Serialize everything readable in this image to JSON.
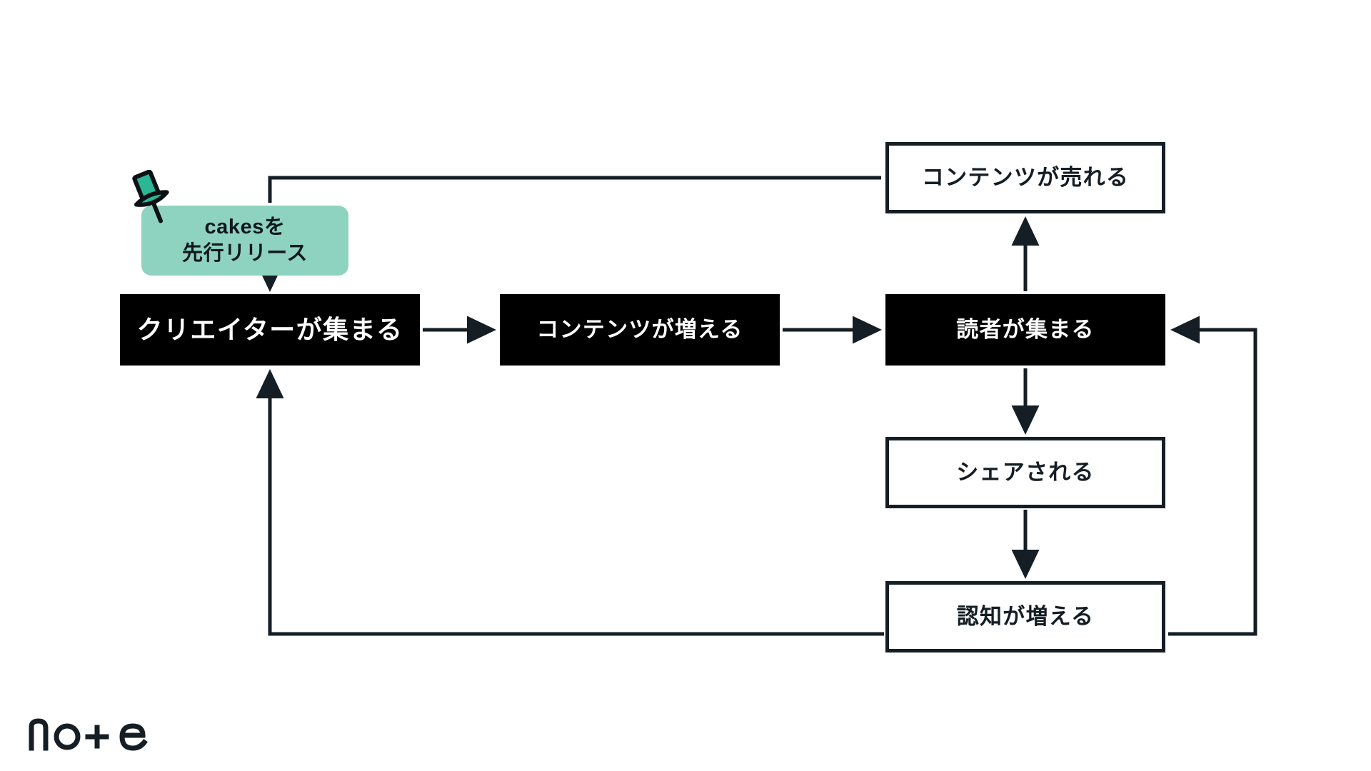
{
  "diagram": {
    "title": "note content ecosystem loop",
    "background_color": "#ffffff",
    "line_color": "#151d25",
    "accent_color": "#8ed3c0",
    "nodes": [
      {
        "id": "creators",
        "label": "クリエイターが集まる",
        "style": "solid"
      },
      {
        "id": "contents",
        "label": "コンテンツが増える",
        "style": "solid"
      },
      {
        "id": "readers",
        "label": "読者が集まる",
        "style": "solid"
      },
      {
        "id": "sell",
        "label": "コンテンツが売れる",
        "style": "outline"
      },
      {
        "id": "share",
        "label": "シェアされる",
        "style": "outline"
      },
      {
        "id": "awareness",
        "label": "認知が増える",
        "style": "outline"
      }
    ],
    "callout": {
      "line1": "cakesを",
      "line2": "先行リリース",
      "fill": "#8ed3c0",
      "icon": "pushpin-icon"
    },
    "edges": [
      {
        "from": "creators",
        "to": "contents"
      },
      {
        "from": "contents",
        "to": "readers"
      },
      {
        "from": "readers",
        "to": "sell"
      },
      {
        "from": "readers",
        "to": "share"
      },
      {
        "from": "share",
        "to": "awareness"
      },
      {
        "from": "awareness",
        "to": "creators"
      },
      {
        "from": "awareness",
        "to": "readers"
      },
      {
        "from": "sell",
        "to": "creators"
      },
      {
        "from": "callout",
        "to": "creators"
      }
    ]
  },
  "branding": {
    "logo_text": "note",
    "logo_color": "#151d25"
  }
}
